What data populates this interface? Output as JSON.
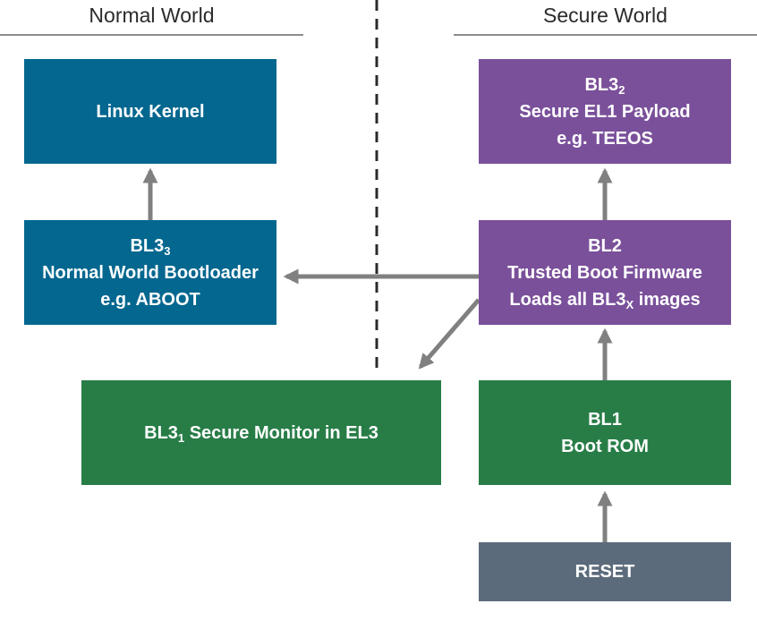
{
  "headings": {
    "normal_world": "Normal World",
    "secure_world": "Secure World"
  },
  "blocks": {
    "linux_kernel": {
      "line1": "Linux Kernel"
    },
    "bl33": {
      "base": "BL3",
      "sub": "3",
      "line2": "Normal World Bootloader",
      "line3": "e.g. ABOOT"
    },
    "bl32": {
      "base": "BL3",
      "sub": "2",
      "line2": "Secure EL1 Payload",
      "line3": "e.g. TEEOS"
    },
    "bl2": {
      "line1": "BL2",
      "line2": "Trusted Boot Firmware",
      "line3_prefix": "Loads all BL3",
      "line3_sub": "X",
      "line3_suffix": " images"
    },
    "bl31": {
      "base": "BL3",
      "sub": "1",
      "rest": " Secure Monitor in EL3"
    },
    "bl1": {
      "line1": "BL1",
      "line2": "Boot ROM"
    },
    "reset": {
      "line1": "RESET"
    }
  },
  "colors": {
    "normal_world_block": "#03678f",
    "secure_payload_block": "#7a509a",
    "firmware_block": "#287d47",
    "reset_block": "#5c6b7b",
    "arrow": "#808080",
    "divider": "#2b2b2b"
  }
}
